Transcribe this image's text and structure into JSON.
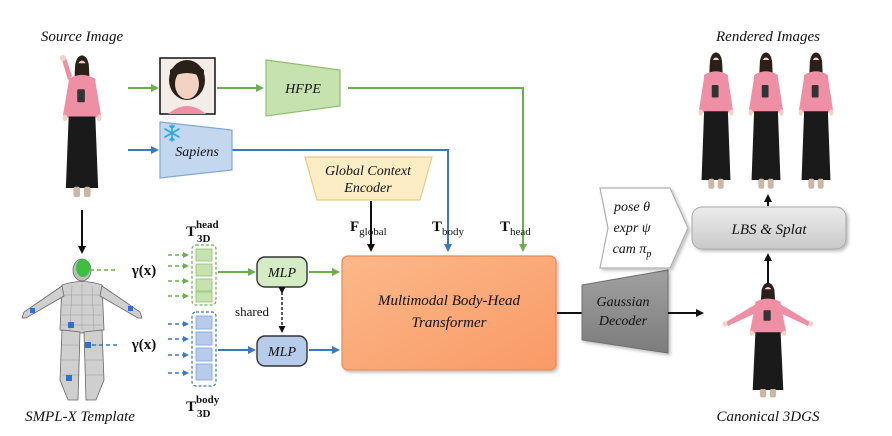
{
  "labels": {
    "source_image": "Source Image",
    "smplx_template": "SMPL-X Template",
    "rendered_images": "Rendered Images",
    "canonical_3dgs": "Canonical 3DGS"
  },
  "modules": {
    "hfpe": "HFPE",
    "sapiens": "Sapiens",
    "global_context_encoder": [
      "Global Context",
      "Encoder"
    ],
    "transformer": [
      "Multimodal Body-Head",
      "Transformer"
    ],
    "gaussian_decoder": [
      "Gaussian",
      "Decoder"
    ],
    "lbs_splat": "LBS & Splat",
    "mlp_top": "MLP",
    "mlp_bottom": "MLP"
  },
  "tokens": {
    "f_global": "F",
    "f_global_sub": "global",
    "t_body": "T",
    "t_body_sub": "body",
    "t_head": "T",
    "t_head_sub": "head",
    "t3d_head": "T",
    "t3d_head_sup": "head",
    "t3d_head_sub": "3D",
    "t3d_body": "T",
    "t3d_body_sup": "body",
    "t3d_body_sub": "3D"
  },
  "annotations": {
    "gamma_top": "γ(x)",
    "gamma_bottom": "γ(x)",
    "shared": "shared",
    "params": [
      "pose θ",
      "expr ψ",
      "cam π"
    ],
    "params_sub": "p"
  },
  "colors": {
    "green_arrow": "#6ab04c",
    "blue_arrow": "#3a78c2",
    "hfpe_fill": "#c6e2ae",
    "sapiens_fill": "#c3d7ee",
    "gce_fill": "#fdedc4",
    "transformer_fill": "#fba97a",
    "decoder_fill": "#8c8c8c",
    "lbs_fill": "#d9d9d9",
    "mlp_green_fill": "#d4ecc4",
    "mlp_blue_fill": "#b7cbea",
    "shirt_pink": "#ef8fa5",
    "skirt_black": "#1a1a1a"
  },
  "icons": {
    "snowflake": "snowflake-icon"
  }
}
